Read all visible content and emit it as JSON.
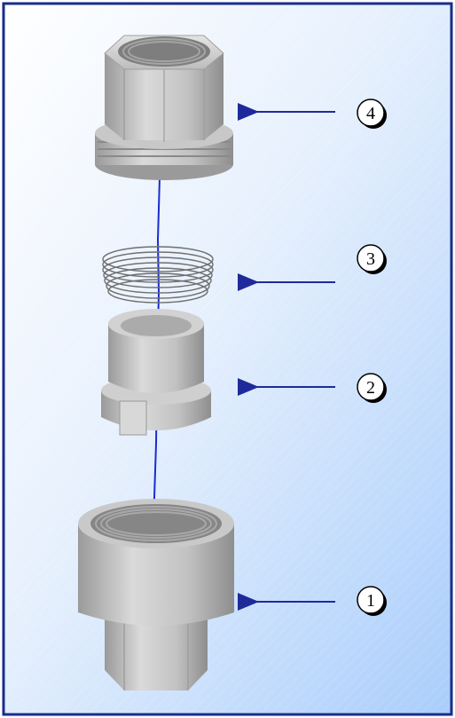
{
  "diagram": {
    "callouts": [
      {
        "id": "part-4",
        "number": "4",
        "part": "hex-adapter-nut"
      },
      {
        "id": "part-3",
        "number": "3",
        "part": "coil-spring-ring"
      },
      {
        "id": "part-2",
        "number": "2",
        "part": "slotted-insert"
      },
      {
        "id": "part-1",
        "number": "1",
        "part": "threaded-body"
      }
    ],
    "colors": {
      "frame": "#1a2c8a",
      "arrow": "#1f2a9a",
      "axis_line": "#1a2cd0",
      "background_light": "#ffffff",
      "background_blue": "#a9cdfb",
      "metal_light": "#d6d6d6",
      "metal_mid": "#b4b4b4",
      "metal_dark": "#8c8c8c"
    }
  }
}
